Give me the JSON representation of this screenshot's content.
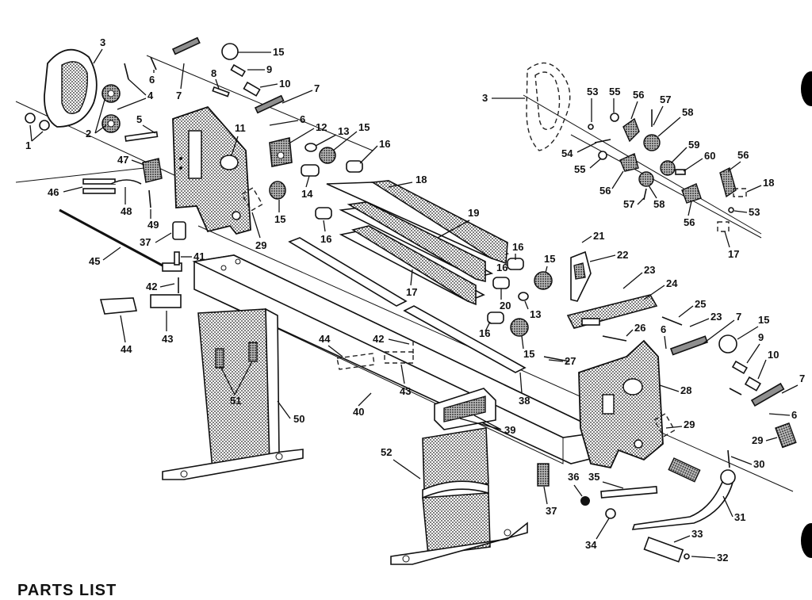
{
  "heading": "PARTS LIST",
  "callouts": [
    "1",
    "2",
    "3",
    "4",
    "5",
    "6",
    "7",
    "8",
    "9",
    "10",
    "11",
    "12",
    "13",
    "14",
    "15",
    "16",
    "17",
    "18",
    "19",
    "20",
    "21",
    "22",
    "23",
    "24",
    "25",
    "26",
    "27",
    "28",
    "29",
    "30",
    "31",
    "32",
    "33",
    "34",
    "35",
    "36",
    "37",
    "38",
    "39",
    "40",
    "41",
    "42",
    "43",
    "44",
    "45",
    "46",
    "47",
    "48",
    "49",
    "50",
    "51",
    "52",
    "53",
    "54",
    "55",
    "56",
    "57",
    "58",
    "59",
    "60"
  ],
  "colors": {
    "ink": "#111111",
    "stipple": "#8f8f8f",
    "paper": "#ffffff"
  }
}
